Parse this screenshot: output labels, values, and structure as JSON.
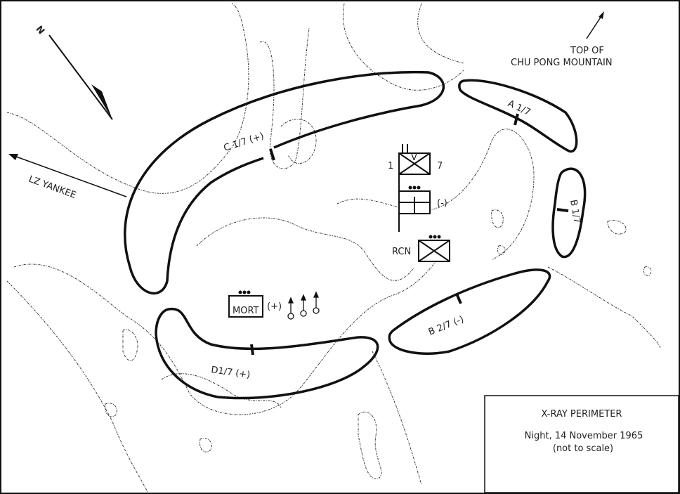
{
  "north_label": "N",
  "lz_label": "LZ YANKEE",
  "mountain_label": {
    "line1": "TOP OF",
    "line2": "CHU PONG MOUNTAIN"
  },
  "units": {
    "c17": "C 1/7 (+)",
    "a17": "A 1/7",
    "b17": "B 1/7",
    "b27": "B 2/7 (-)",
    "d17": "D1/7 (+)"
  },
  "hq": {
    "left": "1",
    "right": "7",
    "support_suffix": "(-)",
    "recon": "RCN",
    "symbol_letter": "V"
  },
  "mortar": {
    "label": "MORT",
    "suffix": "(+)"
  },
  "legend": {
    "title": "X-RAY PERIMETER",
    "date": "Night,  14 November 1965",
    "note": "(not to scale)"
  }
}
